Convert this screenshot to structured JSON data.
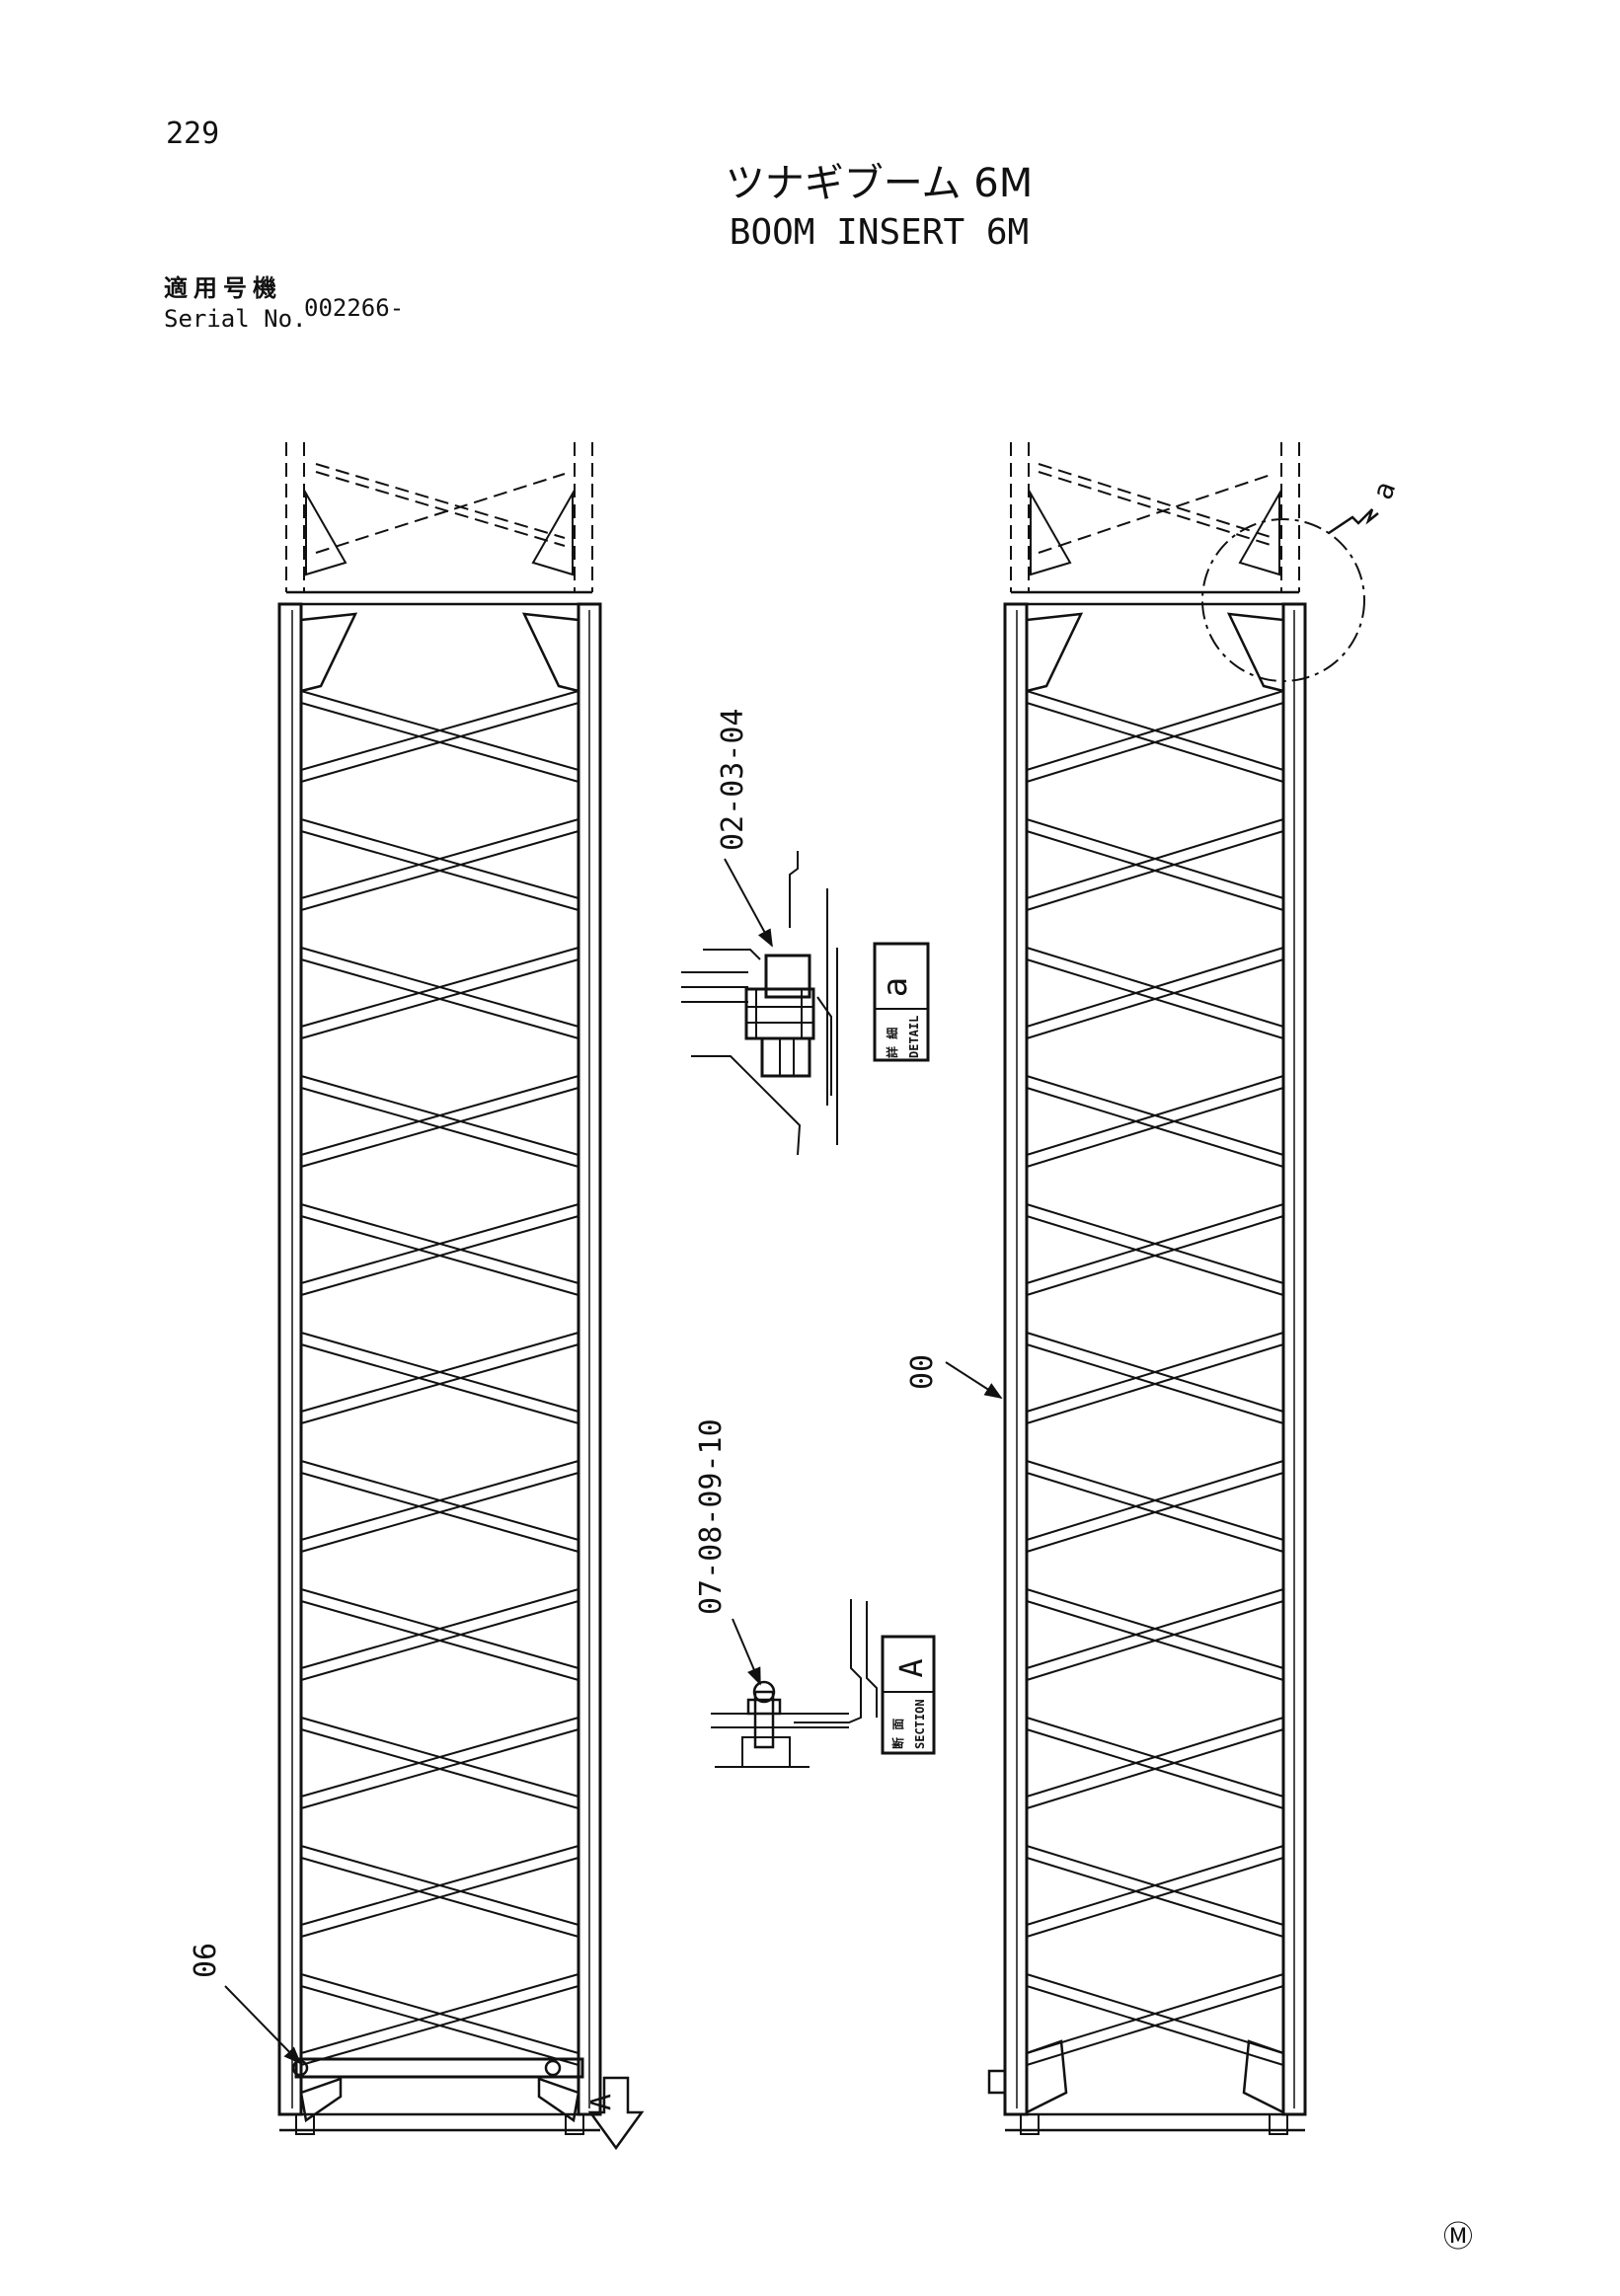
{
  "page": {
    "number": "229",
    "title_jp": "ツナギブーム 6M",
    "title_en": "BOOM INSERT 6M",
    "serial_label_jp": "適用号機",
    "serial_label_en": "Serial No.",
    "serial_value": "002266-"
  },
  "callouts": {
    "detail_bolt_parts": "02-03-04",
    "section_pin_parts": "07-08-09-10",
    "boom_part": "00",
    "crossbar_part": "06"
  },
  "views": {
    "detail_tag_jp": "詳 細",
    "detail_tag_en": "DETAIL",
    "detail_letter": "a",
    "section_tag_jp": "断 面",
    "section_tag_en": "SECTION",
    "section_letter": "A",
    "section_arrow_letter": "A",
    "detail_ref_letter": "a"
  },
  "footer": {
    "mark": "Ⓜ"
  }
}
